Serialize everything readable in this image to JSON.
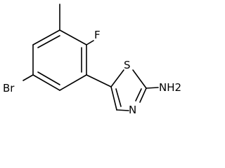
{
  "molecule": {
    "atoms": {
      "bromine": "Br",
      "fluorine": "F",
      "sulfur": "S",
      "nitrogen": "N",
      "amine": "NH2"
    }
  }
}
